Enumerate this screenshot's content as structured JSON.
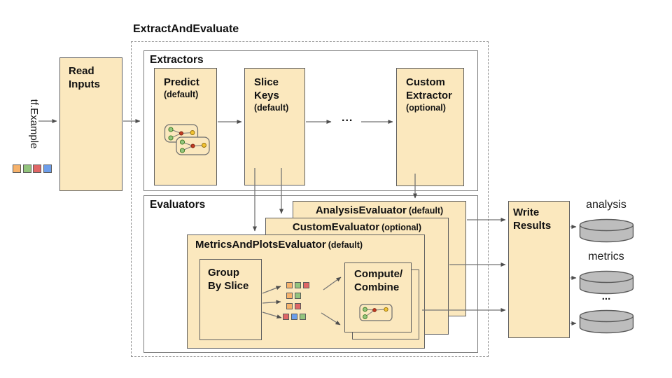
{
  "diagram_title": "ExtractAndEvaluate",
  "input": {
    "label": "tf.Example",
    "squares": [
      "orange",
      "green",
      "red",
      "blue"
    ]
  },
  "read_inputs": {
    "line1": "Read",
    "line2": "Inputs"
  },
  "extractors": {
    "label": "Extractors",
    "predict": {
      "name": "Predict",
      "qualifier": "(default)"
    },
    "slice_keys": {
      "line1": "Slice",
      "line2": "Keys",
      "qualifier": "(default)"
    },
    "ellipsis": "...",
    "custom_extractor": {
      "line1": "Custom",
      "line2": "Extractor",
      "qualifier": "(optional)"
    }
  },
  "evaluators": {
    "label": "Evaluators",
    "analysis_evaluator": {
      "name": "AnalysisEvaluator",
      "qualifier": "(default)"
    },
    "custom_evaluator": {
      "name": "CustomEvaluator",
      "qualifier": "(optional)"
    },
    "metrics_evaluator": {
      "name": "MetricsAndPlotsEvaluator",
      "qualifier": "(default)"
    },
    "group_by_slice": {
      "line1": "Group",
      "line2": "By Slice"
    },
    "compute_combine": {
      "line1": "Compute/",
      "line2": "Combine"
    }
  },
  "write_results": {
    "line1": "Write",
    "line2": "Results"
  },
  "outputs": {
    "labels": [
      "analysis",
      "metrics",
      "..."
    ]
  },
  "slice_grid": {
    "rows": [
      [
        "orange",
        "green",
        "red"
      ],
      [
        "orange",
        "green"
      ],
      [
        "orange",
        "red"
      ],
      [
        "red",
        "blue",
        "green"
      ]
    ]
  },
  "colors": {
    "box_fill": "#FBE8BE",
    "box_border": "#5f5f5f",
    "orange": "#F6B26B",
    "green": "#93C47D",
    "red": "#E06666",
    "blue": "#6D9EEB",
    "dot_green": "#93C47D",
    "dot_red": "#C23B22",
    "dot_yellow": "#F1C232",
    "cylinder_fill": "#BDBDBD",
    "cylinder_stroke": "#595959",
    "arrow_line": "#757575"
  }
}
